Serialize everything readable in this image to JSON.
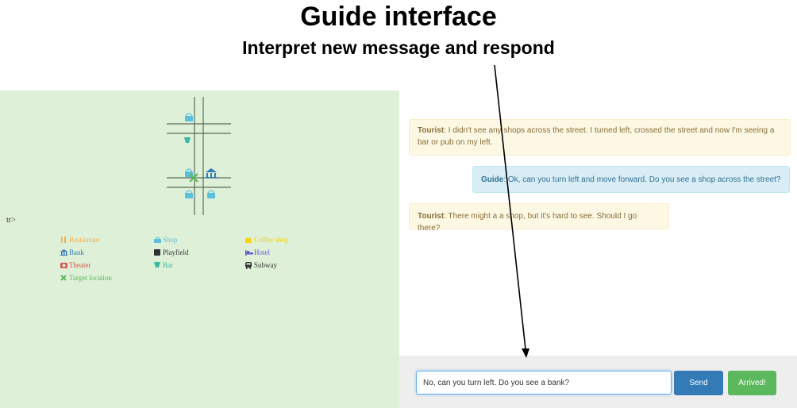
{
  "header": {
    "title": "Guide interface",
    "subtitle": "Interpret new message and respond"
  },
  "map": {
    "stray_text": "tr>",
    "legend": [
      {
        "label": "Restaurant",
        "icon": "utensils-icon",
        "color": "#f0ad4e"
      },
      {
        "label": "Shop",
        "icon": "basket-icon",
        "color": "#5bc0de"
      },
      {
        "label": "Coffee shop",
        "icon": "coffee-icon",
        "color": "#f5d300"
      },
      {
        "label": "Bank",
        "icon": "bank-icon",
        "color": "#337ab7"
      },
      {
        "label": "Playfield",
        "icon": "square-icon",
        "color": "#333333"
      },
      {
        "label": "Hotel",
        "icon": "bed-icon",
        "color": "#6a5acd"
      },
      {
        "label": "Theater",
        "icon": "camera-icon",
        "color": "#d9534f"
      },
      {
        "label": "Bar",
        "icon": "glass-icon",
        "color": "#3bb9a0"
      },
      {
        "label": "Subway",
        "icon": "subway-icon",
        "color": "#333333"
      },
      {
        "label": "Target location",
        "icon": "cross-icon",
        "color": "#5cb85c"
      }
    ]
  },
  "chat": {
    "messages": [
      {
        "speaker": "Tourist",
        "text": ": I didn't see any shops across the street. I turned left, crossed the street and now I'm seeing a bar or pub on my left."
      },
      {
        "speaker": "Guide",
        "text": ": Ok, can you turn left and move forward. Do you see a shop across the street?"
      },
      {
        "speaker": "Tourist",
        "text": ": There might a a shop, but it's hard to see. Should I go there?"
      }
    ]
  },
  "composer": {
    "input_value": "No, can you turn left. Do you see a bank?",
    "send_label": "Send",
    "arrived_label": "Arrived!"
  },
  "colors": {
    "map_bg": "#dff0d8",
    "tourist_bg": "#fcf8e3",
    "guide_bg": "#d9edf7",
    "send_btn": "#337ab7",
    "arrived_btn": "#5cb85c"
  }
}
